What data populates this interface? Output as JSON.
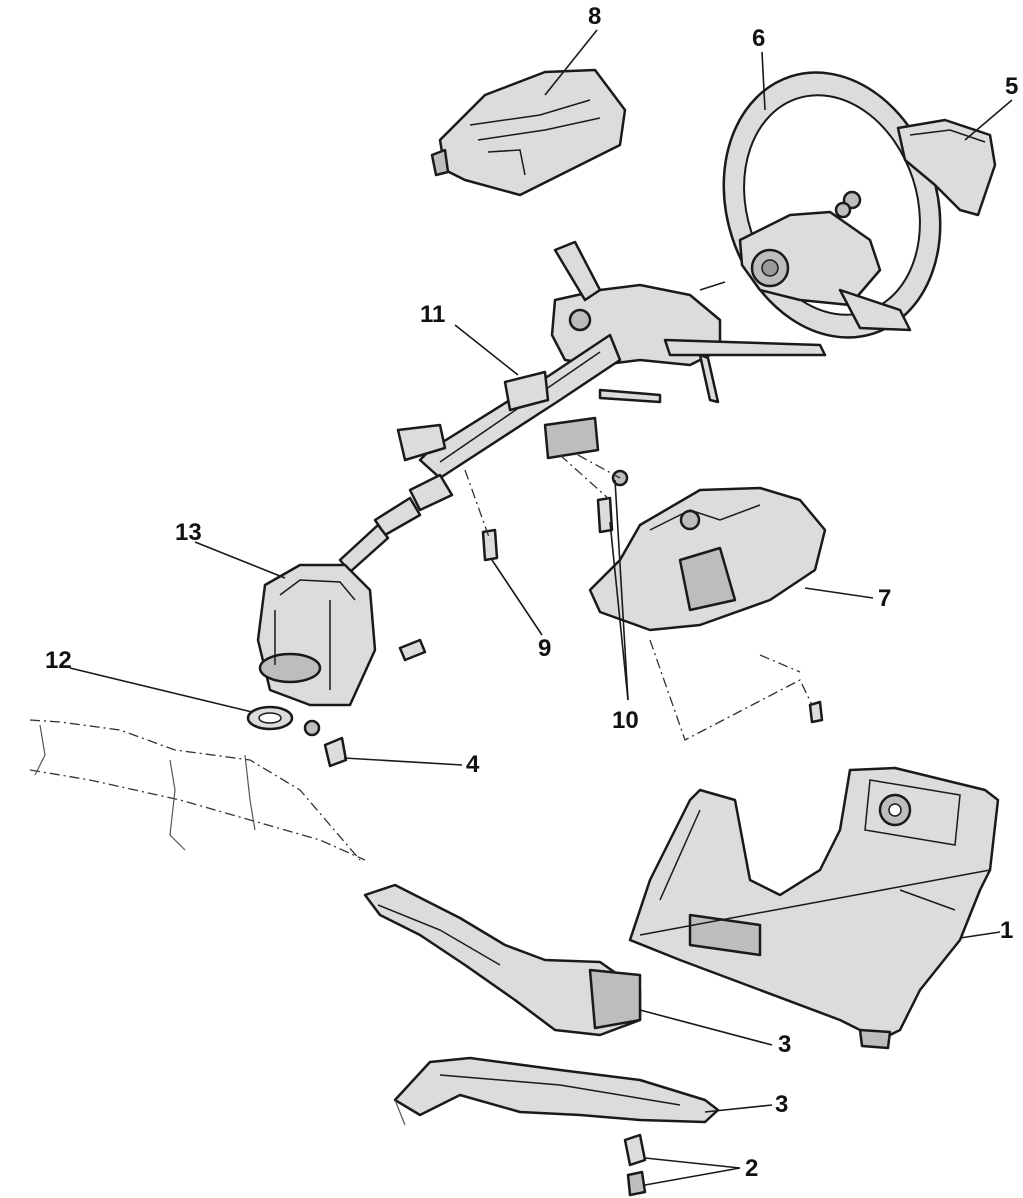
{
  "callouts": [
    {
      "id": "c8",
      "text": "8"
    },
    {
      "id": "c6",
      "text": "6"
    },
    {
      "id": "c5",
      "text": "5"
    },
    {
      "id": "c11",
      "text": "11"
    },
    {
      "id": "c13",
      "text": "13"
    },
    {
      "id": "c7",
      "text": "7"
    },
    {
      "id": "c9",
      "text": "9"
    },
    {
      "id": "c12",
      "text": "12"
    },
    {
      "id": "c10",
      "text": "10"
    },
    {
      "id": "c4",
      "text": "4"
    },
    {
      "id": "c1",
      "text": "1"
    },
    {
      "id": "c3a",
      "text": "3"
    },
    {
      "id": "c3b",
      "text": "3"
    },
    {
      "id": "c2",
      "text": "2"
    }
  ]
}
